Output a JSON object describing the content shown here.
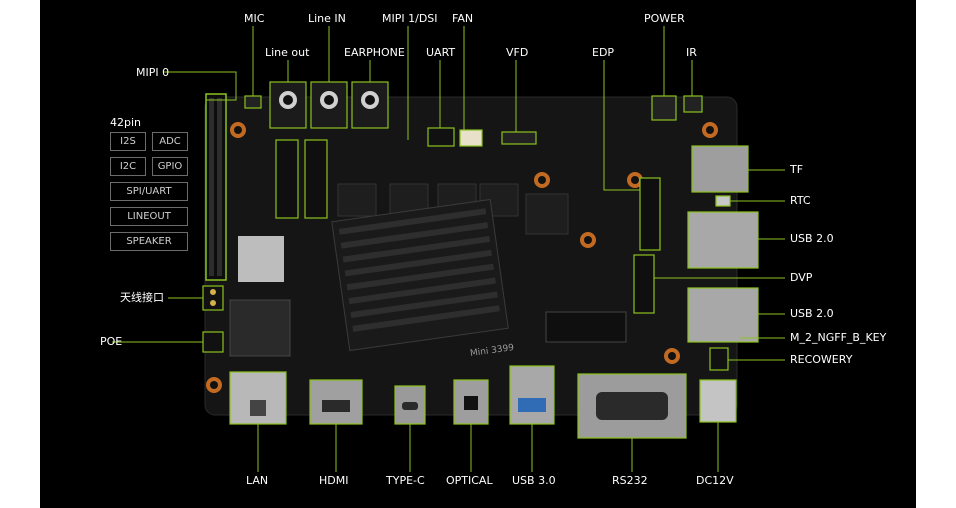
{
  "colors": {
    "accent": "#8dc21f",
    "pcb": "#151515",
    "background": "#000000",
    "label": "#ffffff"
  },
  "labels": {
    "mic": "MIC",
    "line_in": "Line IN",
    "mipi_dsi": "MIPI 1/DSI",
    "fan": "FAN",
    "power": "POWER",
    "line_out": "Line out",
    "earphone": "EARPHONE",
    "uart": "UART",
    "vfd": "VFD",
    "edp": "EDP",
    "ir": "IR",
    "mipi0": "MIPI 0",
    "pin42": "42pin",
    "tf": "TF",
    "rtc": "RTC",
    "usb20_a": "USB 2.0",
    "dvp": "DVP",
    "usb20_b": "USB 2.0",
    "m2": "M_2_NGFF_B_KEY",
    "recovery": "RECOWERY",
    "antenna": "天线接口",
    "poe": "POE",
    "lan": "LAN",
    "hdmi": "HDMI",
    "typec": "TYPE-C",
    "optical": "OPTICAL",
    "usb30": "USB 3.0",
    "rs232": "RS232",
    "dc12v": "DC12V"
  },
  "pin_groups": {
    "i2s": "I2S",
    "adc": "ADC",
    "i2c": "I2C",
    "gpio": "GPIO",
    "spi_uart": "SPI/UART",
    "lineout": "LINEOUT",
    "speaker": "SPEAKER"
  },
  "silkscreen": {
    "board_name": "Mini 3399"
  }
}
